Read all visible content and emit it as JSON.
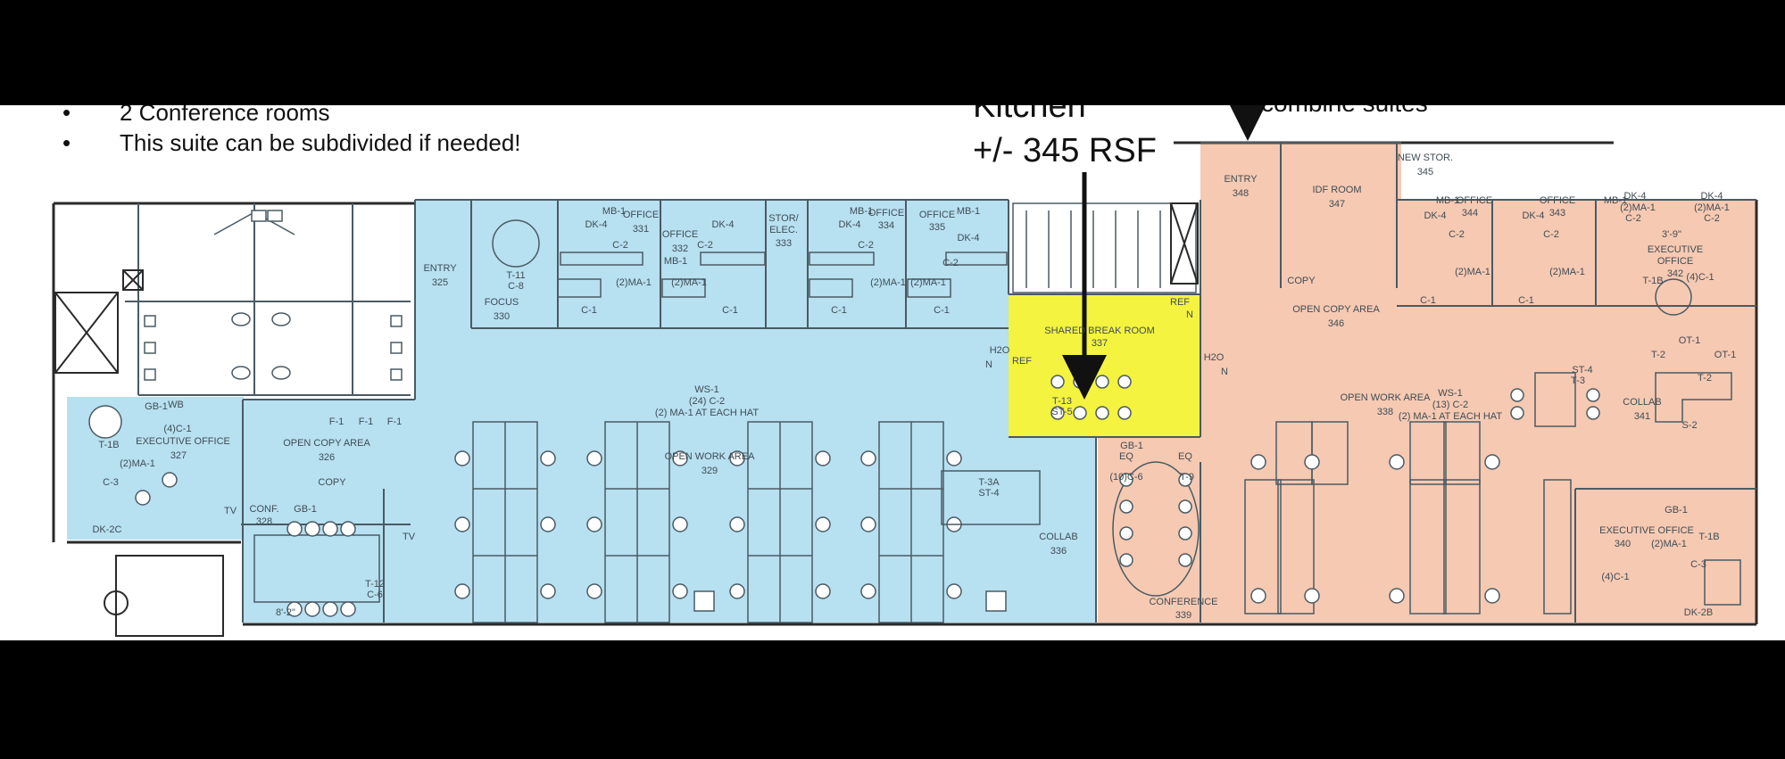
{
  "notes": {
    "bullet_1": "2 Conference rooms",
    "bullet_2": "This suite can be subdivided if needed!",
    "bullet_glyph": "•"
  },
  "callouts": {
    "kitchen_title": "Kitchen",
    "kitchen_area": "+/- 345 RSF",
    "combine": "combine suites"
  },
  "colors": {
    "suite_left": "#b7e0f1",
    "suite_right": "#f6c9b2",
    "break_room": "#f4f33f",
    "line": "#4a5a63"
  },
  "rooms": {
    "entry_325": {
      "name": "ENTRY",
      "num": "325"
    },
    "focus_330": {
      "name": "FOCUS",
      "num": "330"
    },
    "office_331": {
      "name": "OFFICE",
      "num": "331"
    },
    "office_332": {
      "name": "OFFICE",
      "num": "332"
    },
    "stor_333": {
      "name1": "STOR/",
      "name2": "ELEC.",
      "num": "333"
    },
    "office_334": {
      "name": "OFFICE",
      "num": "334"
    },
    "office_335": {
      "name": "OFFICE",
      "num": "335"
    },
    "break_337": {
      "name": "SHARED BREAK ROOM",
      "num": "337"
    },
    "exec_327": {
      "name": "EXECUTIVE OFFICE",
      "num": "327"
    },
    "copy_326": {
      "name": "OPEN COPY AREA",
      "num": "326"
    },
    "conf_328": {
      "name": "CONF.",
      "num": "328"
    },
    "work_329": {
      "name": "OPEN WORK AREA",
      "num": "329"
    },
    "collab_336": {
      "name": "COLLAB",
      "num": "336"
    },
    "entry_348": {
      "name": "ENTRY",
      "num": "348"
    },
    "idf_347": {
      "name": "IDF ROOM",
      "num": "347"
    },
    "stor_345": {
      "name": "NEW STOR.",
      "num": "345"
    },
    "office_344": {
      "name": "OFFICE",
      "num": "344"
    },
    "office_343": {
      "name": "OFFICE",
      "num": "343"
    },
    "exec_342": {
      "name1": "EXECUTIVE",
      "name2": "OFFICE",
      "num": "342"
    },
    "copy_346": {
      "name": "OPEN COPY AREA",
      "num": "346"
    },
    "work_338": {
      "name": "OPEN WORK AREA",
      "num": "338"
    },
    "collab_341": {
      "name": "COLLAB",
      "num": "341"
    },
    "conf_339": {
      "name": "CONFERENCE",
      "num": "339"
    },
    "exec_340": {
      "name": "EXECUTIVE OFFICE",
      "num": "340"
    }
  },
  "furniture": {
    "ws1_left": {
      "l1": "WS-1",
      "l2": "(24) C-2",
      "l3": "(2) MA-1 AT EACH HAT"
    },
    "ws1_right": {
      "l1": "WS-1",
      "l2": "(13) C-2",
      "l3": "(2) MA-1 AT EACH HAT"
    },
    "t11": "T-11",
    "c8": "C-8",
    "mb1": "MB-1",
    "dk4": "DK-4",
    "c2": "C-2",
    "ma1x2": "(2)MA-1",
    "c1": "C-1",
    "gb1": "GB-1",
    "wb": "WB",
    "t1b": "T-1B",
    "c1x4": "(4)C-1",
    "ma1x2b": "(2)MA-1",
    "c3": "C-3",
    "dk2c": "DK-2C",
    "f1": "F-1",
    "copy": "COPY",
    "t12": "T-12",
    "c6": "C-6",
    "tv": "TV",
    "eq": "EQ",
    "t3a": "T-3A",
    "st4": "ST-4",
    "t13": "T-13",
    "st5": "ST-5",
    "ref": "REF",
    "n": "N",
    "h2o": "H2O",
    "c6x10": "(10)C-6",
    "t9": "T-9",
    "st3": "ST-4",
    "t3": "T-3",
    "ot1": "OT-1",
    "t2": "T-2",
    "s2": "S-2",
    "dk2b": "DK-2B",
    "dim": "3'-9\"",
    "dim2": "8'-2\""
  }
}
